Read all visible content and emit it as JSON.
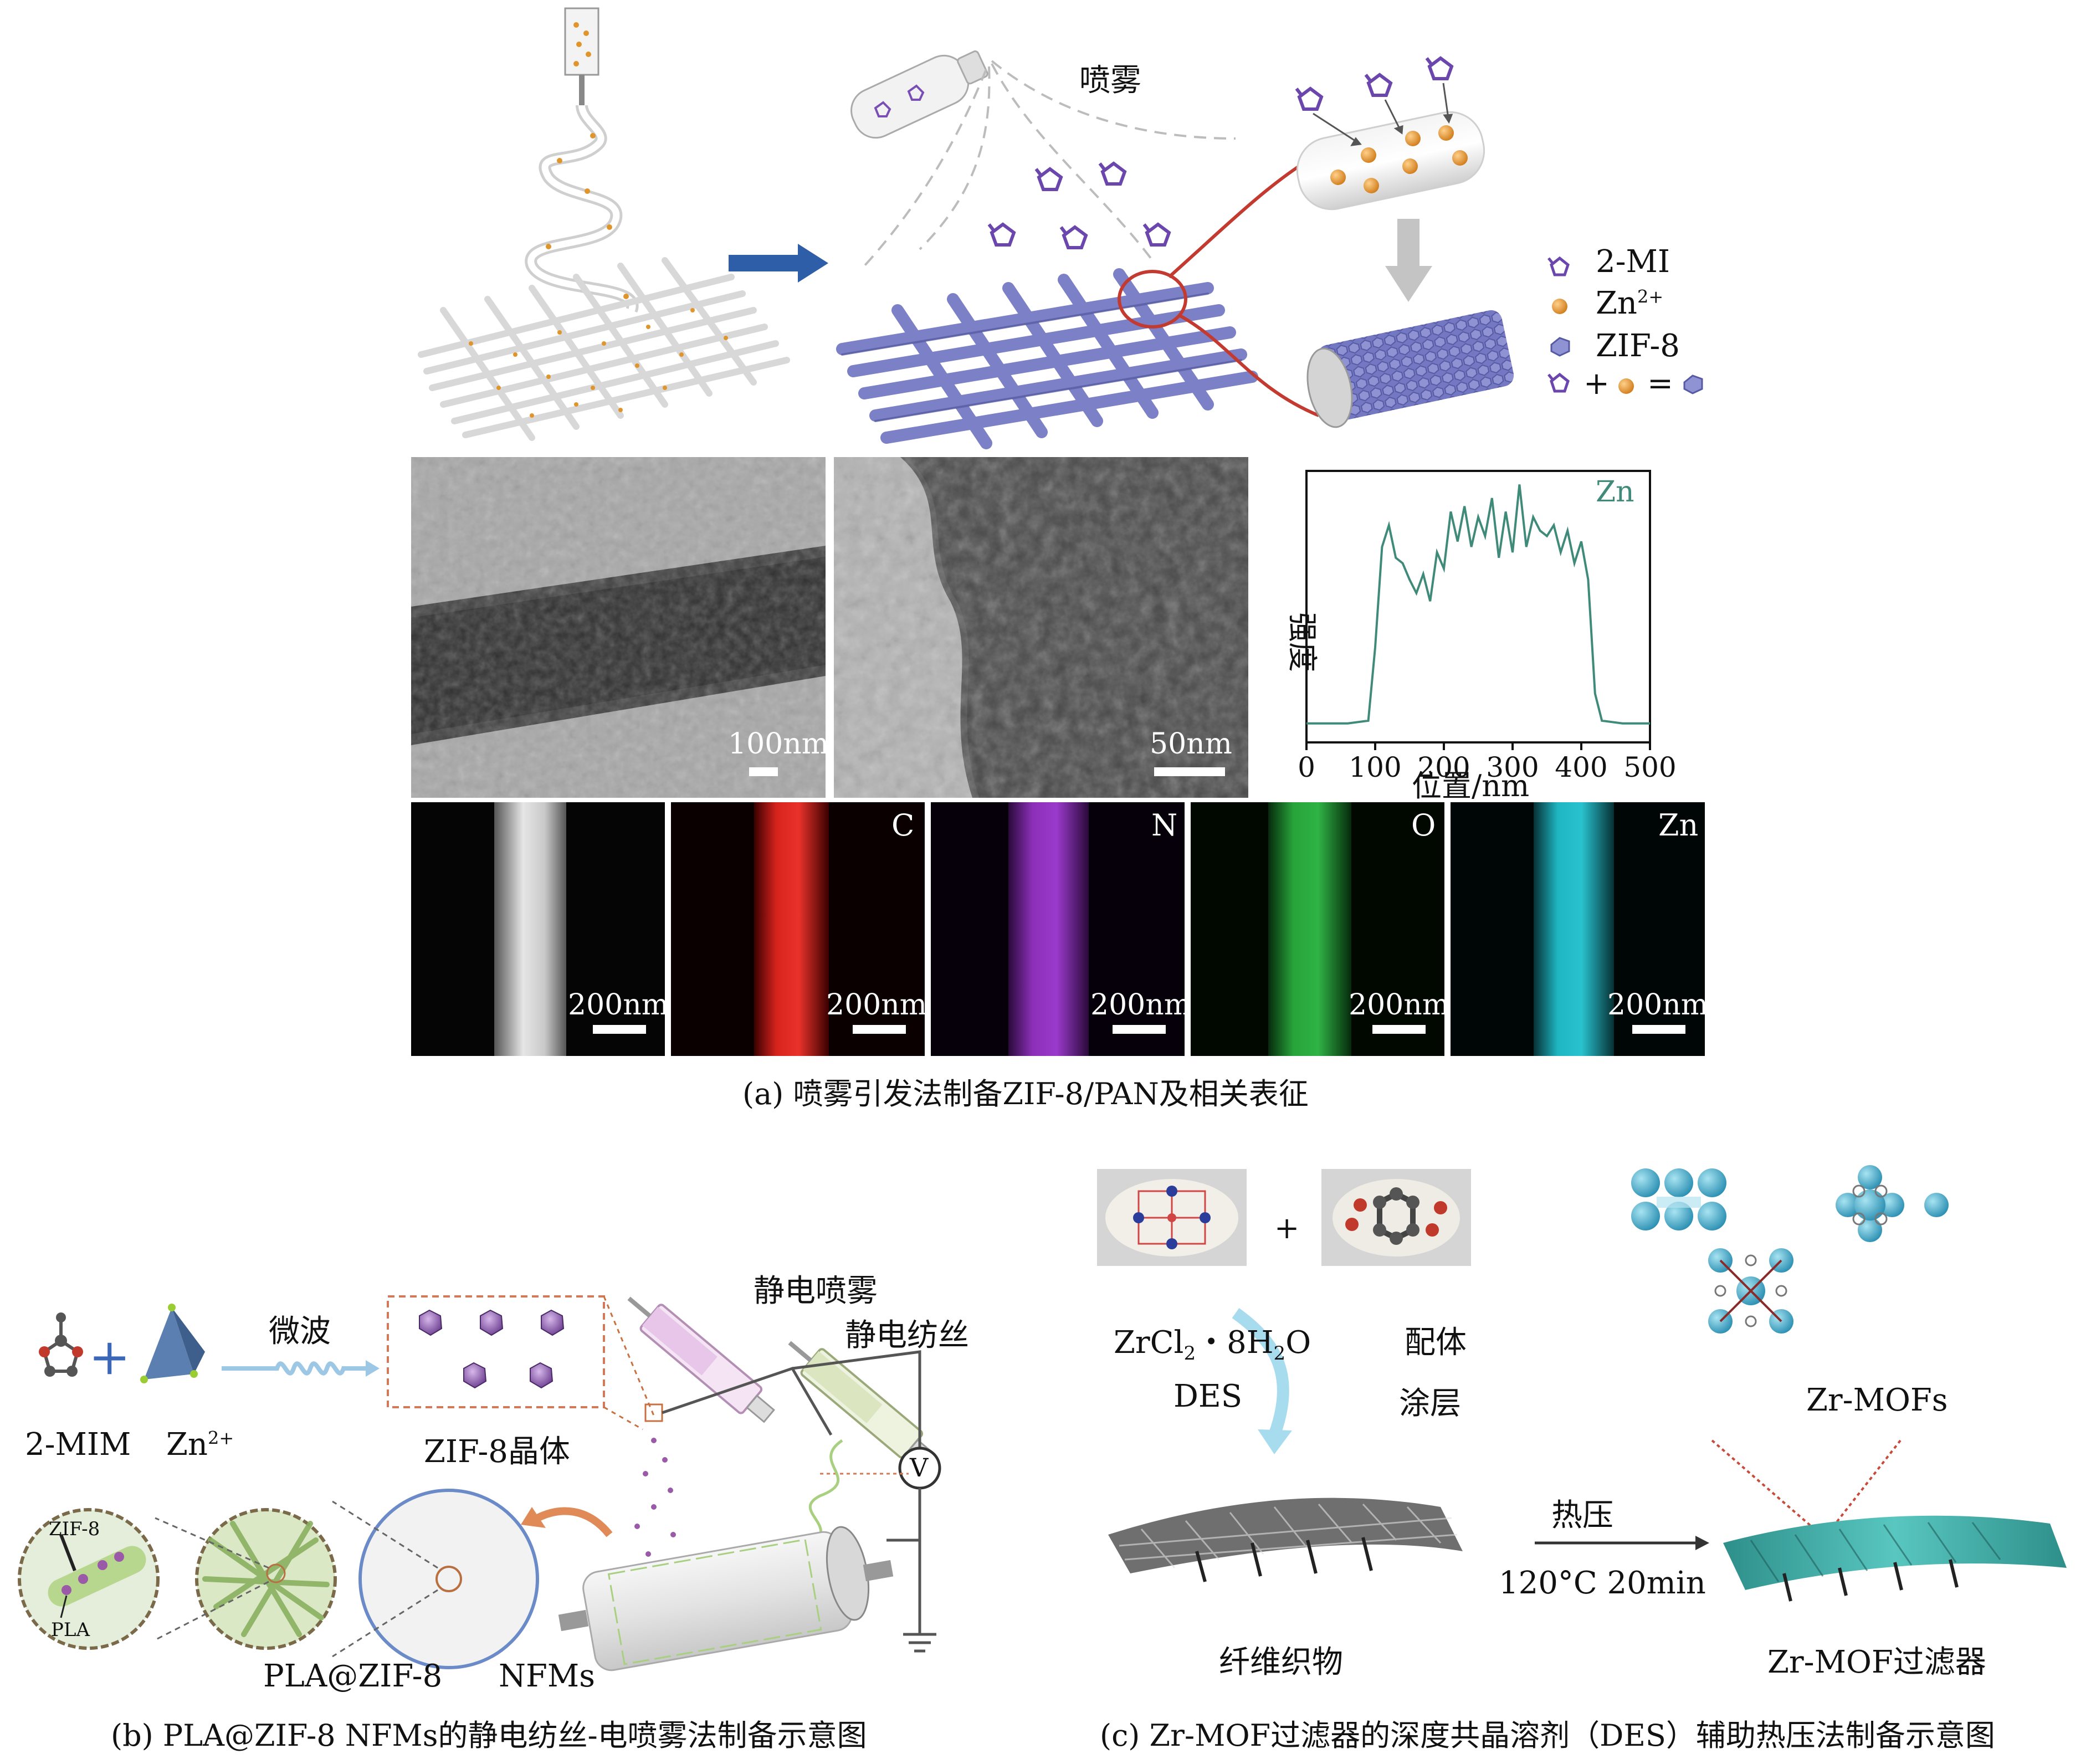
{
  "panel_a": {
    "spray_label": "喷雾",
    "legend": {
      "item1": "2-MI",
      "item2_base": "Zn",
      "item2_sup": "2+",
      "item3": "ZIF-8",
      "plus": "+",
      "equals": "="
    },
    "tem": {
      "scale1": "100nm",
      "scale2": "50nm"
    },
    "mapping": {
      "scale": "200nm",
      "elements": [
        "C",
        "N",
        "O",
        "Zn"
      ]
    },
    "caption": "(a) 喷雾引发法制备ZIF-8/PAN及相关表征"
  },
  "chart_data": {
    "type": "line",
    "series": [
      {
        "name": "Zn",
        "x": [
          0,
          30,
          60,
          90,
          100,
          110,
          120,
          130,
          140,
          150,
          160,
          170,
          180,
          190,
          200,
          210,
          220,
          230,
          240,
          250,
          260,
          270,
          280,
          290,
          300,
          310,
          320,
          330,
          340,
          350,
          360,
          370,
          380,
          390,
          400,
          410,
          420,
          430,
          460,
          500
        ],
        "y": [
          0.07,
          0.07,
          0.07,
          0.08,
          0.35,
          0.72,
          0.8,
          0.68,
          0.66,
          0.6,
          0.55,
          0.62,
          0.52,
          0.7,
          0.64,
          0.85,
          0.74,
          0.87,
          0.72,
          0.83,
          0.76,
          0.9,
          0.68,
          0.85,
          0.7,
          0.95,
          0.72,
          0.83,
          0.78,
          0.76,
          0.8,
          0.7,
          0.78,
          0.66,
          0.74,
          0.6,
          0.18,
          0.08,
          0.07,
          0.07
        ]
      }
    ],
    "xlabel": "位置/nm",
    "ylabel": "强度",
    "xticks": [
      "0",
      "100",
      "200",
      "300",
      "400",
      "500"
    ],
    "xlim": [
      0,
      500
    ],
    "ylim": [
      0,
      1
    ],
    "color": "#3f8a78"
  },
  "panel_b": {
    "labels": {
      "reactant1": "2-MIM",
      "reactant2_base": "Zn",
      "reactant2_sup": "2+",
      "microwave": "微波",
      "crystal": "ZIF-8晶体",
      "electrospray": "静电喷雾",
      "electrospin": "静电纺丝",
      "voltage": "V",
      "inset_zif": "ZIF-8",
      "inset_pla": "PLA",
      "product": "PLA@ZIF-8",
      "nfms": "NFMs"
    },
    "caption": "(b) PLA@ZIF-8 NFMs的静电纺丝-电喷雾法制备示意图"
  },
  "panel_c": {
    "labels": {
      "zr_formula_pre": "ZrCl",
      "zr_formula_sub": "2",
      "zr_formula_mid": "・8H",
      "zr_formula_sub2": "2",
      "zr_formula_post": "O",
      "plus": "+",
      "ligand": "配体",
      "des": "DES",
      "coating": "涂层",
      "zr_mofs": "Zr-MOFs",
      "hotpress": "热压",
      "condition": "120°C  20min",
      "fabric": "纤维织物",
      "filter": "Zr-MOF过滤器"
    },
    "caption": "(c) Zr-MOF过滤器的深度共晶溶剂（DES）辅助热压法制备示意图"
  },
  "colors": {
    "pan_fiber": "#7c80c6",
    "arrow_blue": "#2e5ea8",
    "zn_orange": "#e0952c",
    "red_line": "#c23a30",
    "map_c": "#d8231d",
    "map_n": "#8c2fb8",
    "map_o": "#27a33a",
    "map_zn": "#1fb6c2",
    "mof_cyan": "#3ab0cf",
    "filter_teal": "#3aa9a4"
  }
}
